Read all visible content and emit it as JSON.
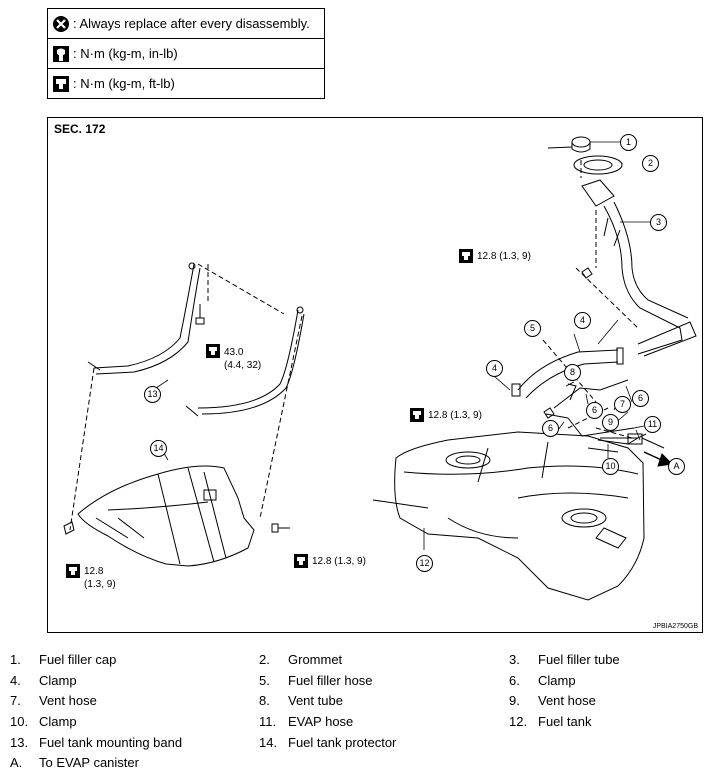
{
  "legend": [
    {
      "icon": "always-replace-icon",
      "text": ": Always replace after every disassembly."
    },
    {
      "icon": "torque-in-lb-icon",
      "text": ": N·m (kg-m, in-lb)"
    },
    {
      "icon": "torque-ft-lb-icon",
      "text": ": N·m (kg-m, ft-lb)"
    }
  ],
  "diagram": {
    "section": "SEC. 172",
    "code": "JPBIA2750GB",
    "torques": {
      "t1": "12.8 (1.3, 9)",
      "t2a": "43.0",
      "t2b": "(4.4, 32)",
      "t3": "12.8 (1.3, 9)",
      "t4a": "12.8",
      "t4b": "(1.3, 9)",
      "t5": "12.8 (1.3, 9)"
    },
    "callouts": {
      "c1": "1",
      "c2": "2",
      "c3": "3",
      "c4a": "4",
      "c4b": "4",
      "c5": "5",
      "c6a": "6",
      "c6b": "6",
      "c6c": "6",
      "c7": "7",
      "c8": "8",
      "c9": "9",
      "c10": "10",
      "c11": "11",
      "c12": "12",
      "c13": "13",
      "c14": "14",
      "cA": "A"
    }
  },
  "parts": [
    {
      "num": "1.",
      "name": "Fuel filler cap"
    },
    {
      "num": "2.",
      "name": "Grommet"
    },
    {
      "num": "3.",
      "name": "Fuel filler tube"
    },
    {
      "num": "4.",
      "name": "Clamp"
    },
    {
      "num": "5.",
      "name": "Fuel filler hose"
    },
    {
      "num": "6.",
      "name": "Clamp"
    },
    {
      "num": "7.",
      "name": "Vent hose"
    },
    {
      "num": "8.",
      "name": "Vent tube"
    },
    {
      "num": "9.",
      "name": "Vent hose"
    },
    {
      "num": "10.",
      "name": "Clamp"
    },
    {
      "num": "11.",
      "name": "EVAP hose"
    },
    {
      "num": "12.",
      "name": "Fuel tank"
    },
    {
      "num": "13.",
      "name": "Fuel tank mounting band"
    },
    {
      "num": "14.",
      "name": "Fuel tank protector"
    },
    {
      "num": "A.",
      "name": "To EVAP canister"
    }
  ]
}
